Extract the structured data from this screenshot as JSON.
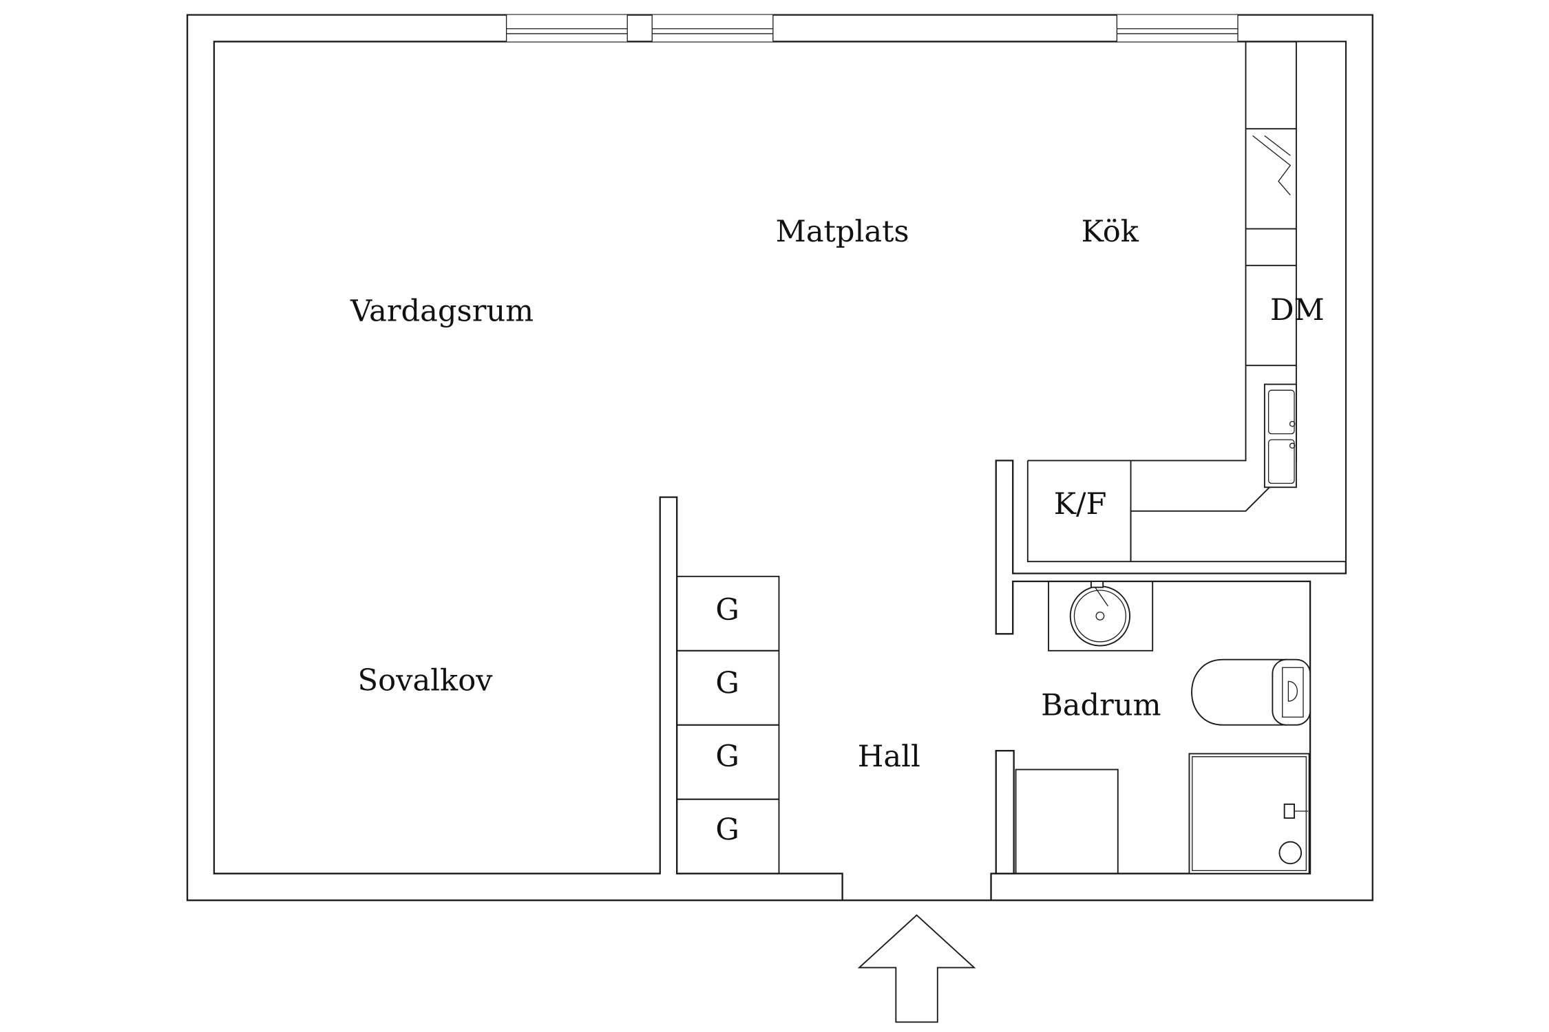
{
  "rooms": {
    "vardagsrum": "Vardagsrum",
    "matplats": "Matplats",
    "kok": "Kök",
    "sovalkov": "Sovalkov",
    "hall": "Hall",
    "badrum": "Badrum"
  },
  "fixtures": {
    "dishwasher": "DM",
    "fridge_freezer": "K/F",
    "wardrobes": [
      "G",
      "G",
      "G",
      "G"
    ]
  },
  "icons": {
    "entrance": "up-arrow-icon"
  }
}
